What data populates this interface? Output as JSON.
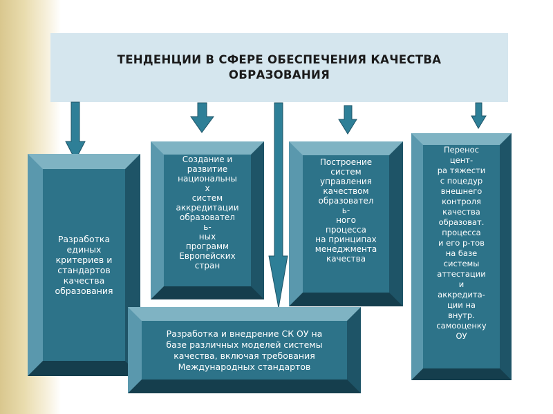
{
  "header": {
    "title": "ТЕНДЕНЦИИ В СФЕРЕ ОБЕСПЕЧЕНИЯ КАЧЕСТВА\nОБРАЗОВАНИЯ"
  },
  "boxes": {
    "box1": "Разработка\nединых\nкритериев и\nстандартов\nкачества\nобразования",
    "box2": "Создание и\nразвитие\nнациональны\nх\nсистем\nаккредитации\nобразовател\nь-\nных\nпрограмм\nЕвропейских\nстран",
    "box3": "Построение\nсистем\nуправления\nкачеством\nобразовател\nь-\nного\nпроцесса\nна принципах\nменеджмента\nкачества",
    "box4": "Перенос\nцент-\nра тяжести\nс поцедур\nвнешнего\nконтроля\nкачества\nобразоват.\nпроцесса\nи его р-тов\nна базе\nсистемы\nаттестации\nи\nаккредита-\nции на\nвнутр.\nсамооценку\nОУ",
    "box5": "Разработка и внедрение СК ОУ на\nбазе различных моделей системы\nкачества, включая требования\nМеждународных стандартов"
  },
  "colors": {
    "header_band": "#d5e6ee",
    "arrow_fill": "#2e7f97",
    "box_face": "#2d7389",
    "box_text": "#ffffff"
  }
}
